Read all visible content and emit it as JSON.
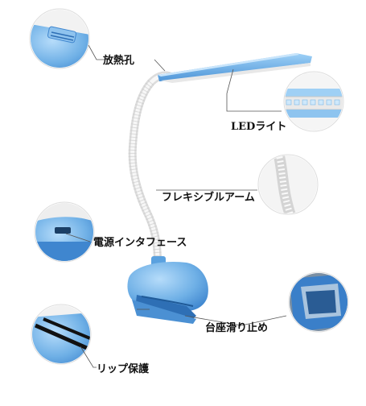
{
  "labels": {
    "heat_vent": "放熱孔",
    "led_light": "LEDライト",
    "flexible_arm": "フレキシブルアーム",
    "power_interface": "電源インタフェース",
    "base_nonslip": "台座滑り止め",
    "lip_protect": "リップ保護"
  },
  "colors": {
    "lamp_blue": "#6fb0e6",
    "lamp_blue_dark": "#3f86cf",
    "arm_white": "#eeeeee",
    "callout_line": "#555555"
  },
  "icons": [
    "heat-vent-closeup",
    "led-strip-closeup",
    "flexible-arm-closeup",
    "usb-port-closeup",
    "nonslip-base-closeup",
    "lip-pad-closeup"
  ]
}
